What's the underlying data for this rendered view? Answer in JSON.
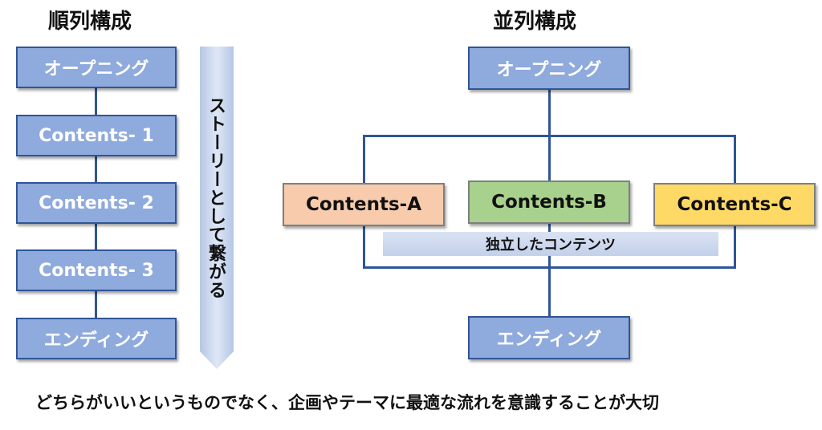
{
  "serial": {
    "title": "順列構成",
    "boxes": [
      "オープニング",
      "Contents- 1",
      "Contents- 2",
      "Contents- 3",
      "エンディング"
    ],
    "story_label": "ストーリーとして繋がる"
  },
  "parallel": {
    "title": "並列構成",
    "opening": "オープニング",
    "contents": [
      "Contents-A",
      "Contents-B",
      "Contents-C"
    ],
    "independent_label": "独立したコンテンツ",
    "ending": "エンディング"
  },
  "bottom_note": "どちらがいいというものでなく、企画やテーマに最適な流れを意識することが大切",
  "colors": {
    "box_fill": "#8faadc",
    "box_border": "#2f5597",
    "content_a": "#f8cbad",
    "content_b": "#a9d18e",
    "content_c": "#ffd966"
  }
}
